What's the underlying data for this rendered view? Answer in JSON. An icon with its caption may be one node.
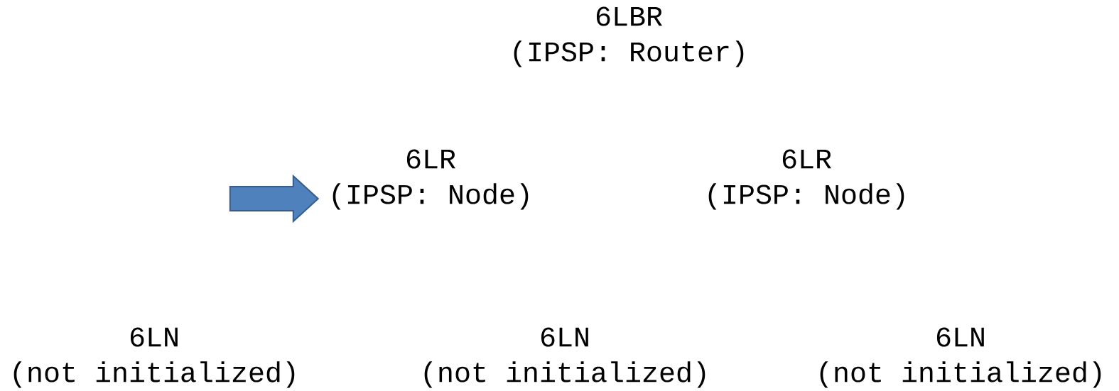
{
  "diagram": {
    "nodes": [
      {
        "text": [
          "6LBR",
          "(IPSP: Router)"
        ]
      },
      {
        "text": [
          "6LR",
          "(IPSP: Node)"
        ]
      },
      {
        "text": [
          "6LR",
          "(IPSP: Node)"
        ]
      },
      {
        "text": [
          "6LN",
          "(not initialized)"
        ]
      },
      {
        "text": [
          "6LN",
          "(not initialized)"
        ]
      },
      {
        "text": [
          "6LN",
          "(not initialized)"
        ]
      }
    ],
    "edges": [
      {
        "from": null,
        "to": 1,
        "arrow": "to"
      }
    ]
  }
}
